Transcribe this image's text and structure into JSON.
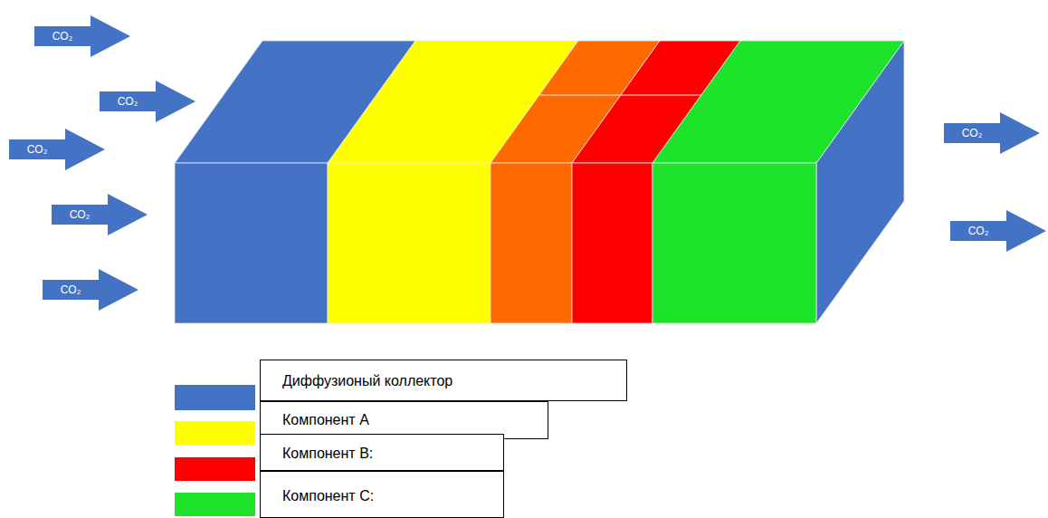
{
  "diagram": {
    "nodes": [
      {
        "text": [
          "CO₂"
        ]
      },
      {
        "text": [
          "CO₂"
        ]
      },
      {
        "text": [
          "CO₂"
        ]
      },
      {
        "text": [
          "CO₂"
        ]
      },
      {
        "text": [
          "CO₂"
        ]
      },
      {
        "text": [
          "CO₂"
        ]
      },
      {
        "text": [
          "CO₂"
        ]
      }
    ],
    "legend": [
      {
        "text": "Диффузионый  коллектор",
        "color": "#4472C4"
      },
      {
        "text": "Компонент А",
        "color": "#FFFF00"
      },
      {
        "text": "Компонент В:",
        "color": "#FF0000"
      },
      {
        "text": "Компонент С:",
        "color": "#1EE32B"
      }
    ]
  }
}
